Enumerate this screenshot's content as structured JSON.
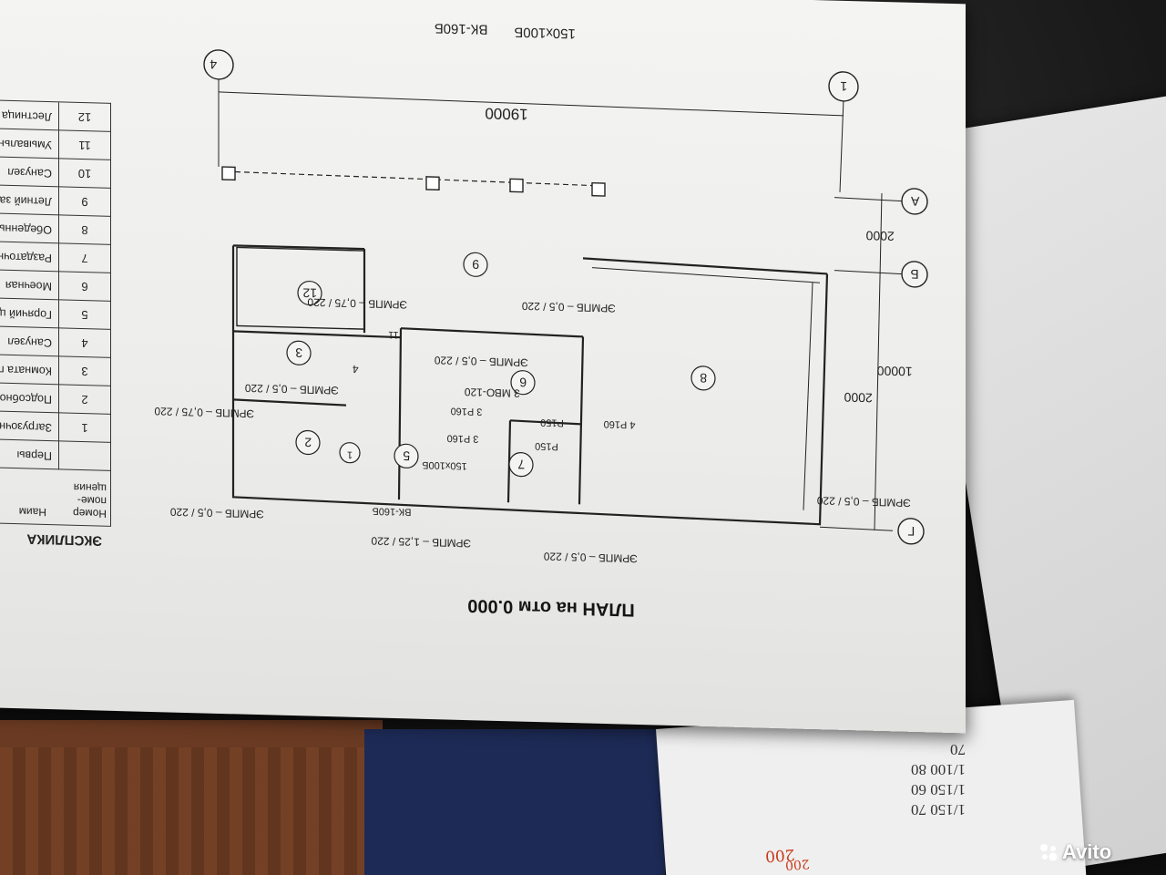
{
  "plan": {
    "title": "ПЛАН на отм 0.000",
    "dims": {
      "overall_width": "19000",
      "bay_top": "2000",
      "bay_bottom": "2000",
      "overall_depth": "10000"
    },
    "axes": {
      "axis_1": "1",
      "axis_4": "4",
      "axis_a": "А",
      "axis_b": "Б",
      "axis_g": "Г"
    },
    "rooms": [
      "1",
      "2",
      "3",
      "4",
      "5",
      "6",
      "7",
      "8",
      "9",
      "12",
      "11"
    ],
    "labels": {
      "vent_top": "150x100Б",
      "vent_top2": "ВК-160Б",
      "erm_9": "ЭРМПБ – 0,5 / 220",
      "erm_12": "ЭРМПБ – 0,75 / 220",
      "erm_6": "ЭРМПБ – 0,5 / 220",
      "erm_3": "ЭРМПБ – 0,5 / 220",
      "erm_side": "ЭРМПБ – 0,75 / 220",
      "erm_bottom_left": "ЭРМПБ – 0,5 / 220",
      "erm_bottom_mid": "ЭРМПБ – 1,25 / 220",
      "erm_bottom_right": "ЭРМПБ – 0,5 / 220",
      "erm_right": "ЭРМПБ – 0,5 / 220",
      "mvo": "3 МВО-120",
      "r160a": "3 Р160",
      "r160b": "3 Р160",
      "r150a": "Р150",
      "r150b": "Р150",
      "r160c": "4 Р160",
      "vent_5": "150x100Б",
      "vk_bottom": "ВК-160Б"
    }
  },
  "legend": {
    "title": "ЭКСПЛИКА",
    "head_num": "Номер поме- щения",
    "head_name": "Наим",
    "first_row": "Первы",
    "rows": [
      {
        "num": "1",
        "name": "Загрузочная"
      },
      {
        "num": "2",
        "name": "Подсобное пом"
      },
      {
        "num": "3",
        "name": "Комната перс"
      },
      {
        "num": "4",
        "name": "Санузел"
      },
      {
        "num": "5",
        "name": "Горячий цех"
      },
      {
        "num": "6",
        "name": "Моечная"
      },
      {
        "num": "7",
        "name": "Раздаточна"
      },
      {
        "num": "8",
        "name": "Обеденный"
      },
      {
        "num": "9",
        "name": "Летний зал"
      },
      {
        "num": "10",
        "name": "Санузел"
      },
      {
        "num": "11",
        "name": "Умывальн"
      },
      {
        "num": "12",
        "name": "Лестница"
      }
    ]
  },
  "papers": {
    "table_rows": [
      "1/150 70",
      "1/150 60",
      "1/100 80",
      "70"
    ],
    "price_a": "200",
    "price_b": "200"
  },
  "watermark": "Avito"
}
